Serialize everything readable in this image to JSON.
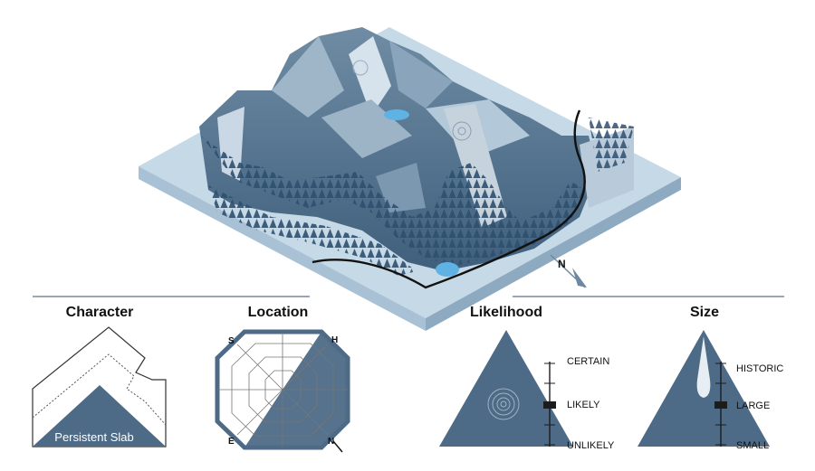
{
  "panels": {
    "character": {
      "title": "Character",
      "problem": "Persistent Slab"
    },
    "location": {
      "title": "Location",
      "labels": {
        "s": "S",
        "h": "H",
        "e": "E",
        "n": "N"
      }
    },
    "likelihood": {
      "title": "Likelihood",
      "levels": [
        "CERTAIN",
        "LIKELY",
        "UNLIKELY"
      ]
    },
    "size": {
      "title": "Size",
      "levels": [
        "HISTORIC",
        "LARGE",
        "SMALL"
      ]
    }
  },
  "compass": {
    "label": "N"
  },
  "colors": {
    "mountain_dark": "#4f6e8a",
    "mountain_mid": "#7d97ad",
    "snow": "#c9dbe8",
    "slab_fill": "#4d6a86",
    "accent_line": "#1c1c1c"
  }
}
